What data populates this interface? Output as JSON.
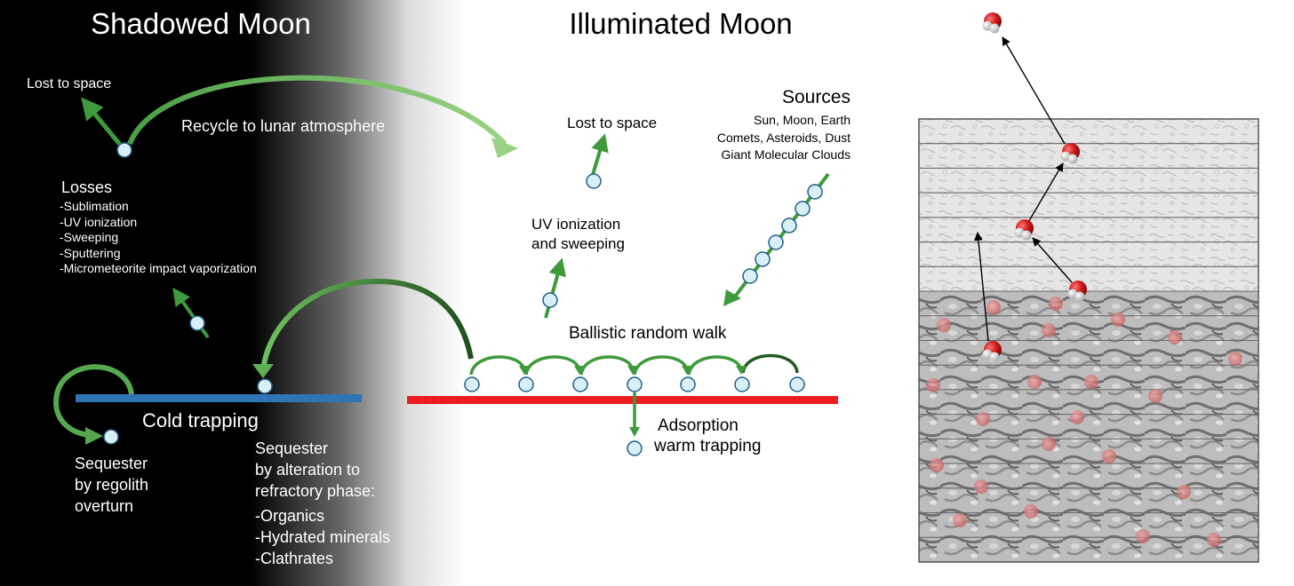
{
  "colors": {
    "shadow_bg": "#000000",
    "lit_bg": "#ffffff",
    "arrow_green": "#3f9a3c",
    "arrow_green_light": "#7cc46a",
    "arrow_green_dark": "#1f5a1e",
    "cold_trap_bar": "#2f74b5",
    "warm_surface_bar": "#ee1c1c",
    "molecule_fill": "#d8f0f5",
    "molecule_stroke": "#1f5d8a",
    "water_oxygen": "#d41d1d",
    "water_hydrogen": "#f2f2f2",
    "grain_frame": "#555555"
  },
  "shadowed": {
    "title": "Shadowed Moon",
    "lost_to_space": "Lost to space",
    "recycle": "Recycle to lunar atmosphere",
    "losses_title": "Losses",
    "losses_items": [
      "-Sublimation",
      "-UV ionization",
      "-Sweeping",
      "-Sputtering",
      "-Micrometeorite impact vaporization"
    ],
    "cold_trapping": "Cold trapping",
    "sequester_overturn": [
      "Sequester",
      "by regolith",
      "overturn"
    ],
    "sequester_alteration": [
      "Sequester",
      "by alteration to",
      "refractory phase:",
      "-Organics",
      "-Hydrated minerals",
      "-Clathrates"
    ]
  },
  "illuminated": {
    "title": "Illuminated Moon",
    "lost_to_space": "Lost to space",
    "sources_title": "Sources",
    "sources_items": [
      "Sun, Moon, Earth",
      "Comets, Asteroids, Dust",
      "Giant Molecular Clouds"
    ],
    "uv_ionization": [
      "UV ionization",
      "and sweeping"
    ],
    "ballistic": "Ballistic random walk",
    "adsorption": [
      "Adsorption",
      "warm trapping"
    ]
  },
  "grain_panel": {
    "rows": 18,
    "porous_rows": 7
  }
}
